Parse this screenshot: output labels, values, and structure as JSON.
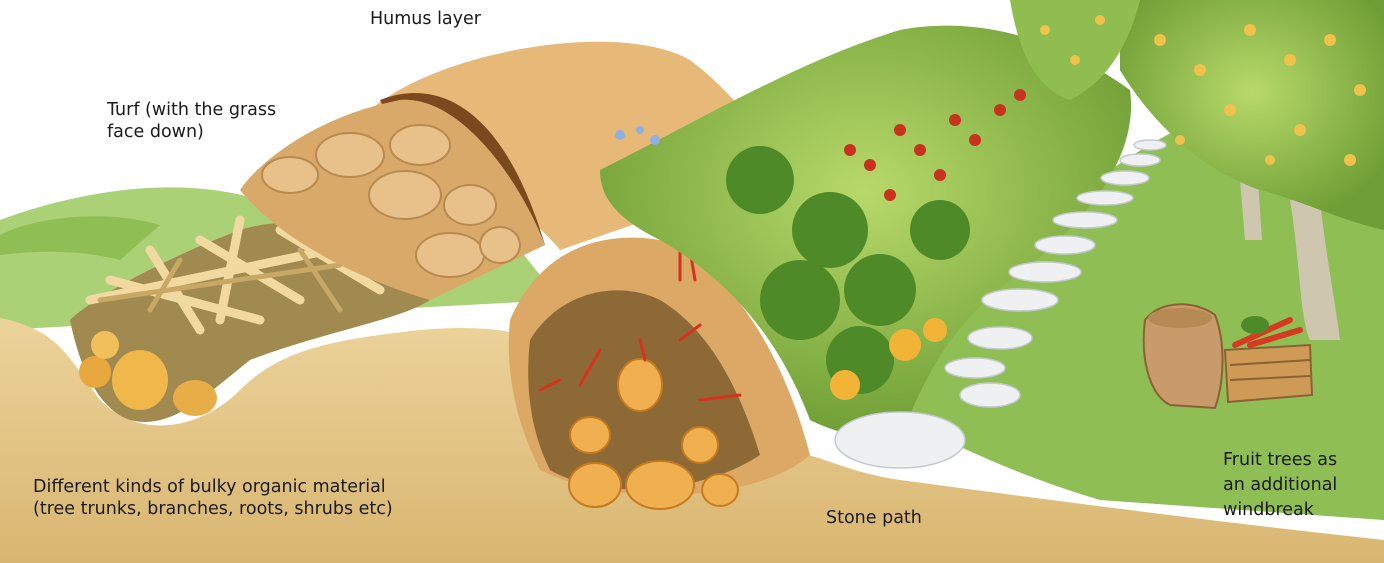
{
  "diagram": {
    "labels": {
      "humus_layer": "Humus layer",
      "turf": "Turf (with the grass\nface down)",
      "bulky_material": "Different kinds of bulky organic material\n(tree trunks, branches, roots, shrubs etc)",
      "stone_path": "Stone path",
      "fruit_trees": "Fruit trees as\nan additional\nwindbreak"
    },
    "colors": {
      "soil": "#e6c98a",
      "humus": "#7a4a1e",
      "turf": "#d9a96a",
      "grass": "#8fbe55",
      "plants": "#5f9a2e",
      "tomato": "#c8321e",
      "stone": "#eef0f2",
      "fruit": "#f0c24a",
      "tree_trunk": "#cfc6b0"
    }
  }
}
